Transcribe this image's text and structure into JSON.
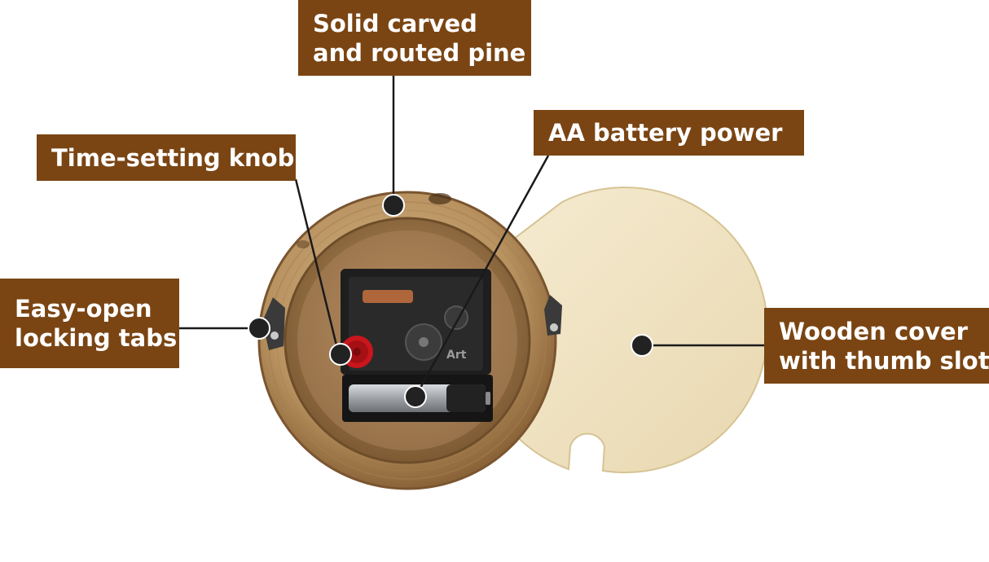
{
  "colors": {
    "label_bg": "#7a4513",
    "label_text": "#ffffff",
    "marker": "#222222",
    "pine_light": "#c9a57a",
    "pine_dark": "#8a6338",
    "cover_wood": "#f1e6c8",
    "movement_black": "#1e1e1e",
    "knob_red": "#c8161c",
    "battery_silver": "#b9bcc0"
  },
  "callouts": {
    "pine": {
      "lines": [
        "Solid carved",
        "and routed pine"
      ]
    },
    "knob": {
      "lines": [
        "Time-setting knob"
      ]
    },
    "battery": {
      "lines": [
        "AA battery power"
      ]
    },
    "tabs": {
      "lines": [
        "Easy-open",
        "locking tabs"
      ]
    },
    "cover": {
      "lines": [
        "Wooden cover",
        "with thumb slot"
      ]
    }
  },
  "photo": {
    "movement_brand": "Art"
  }
}
